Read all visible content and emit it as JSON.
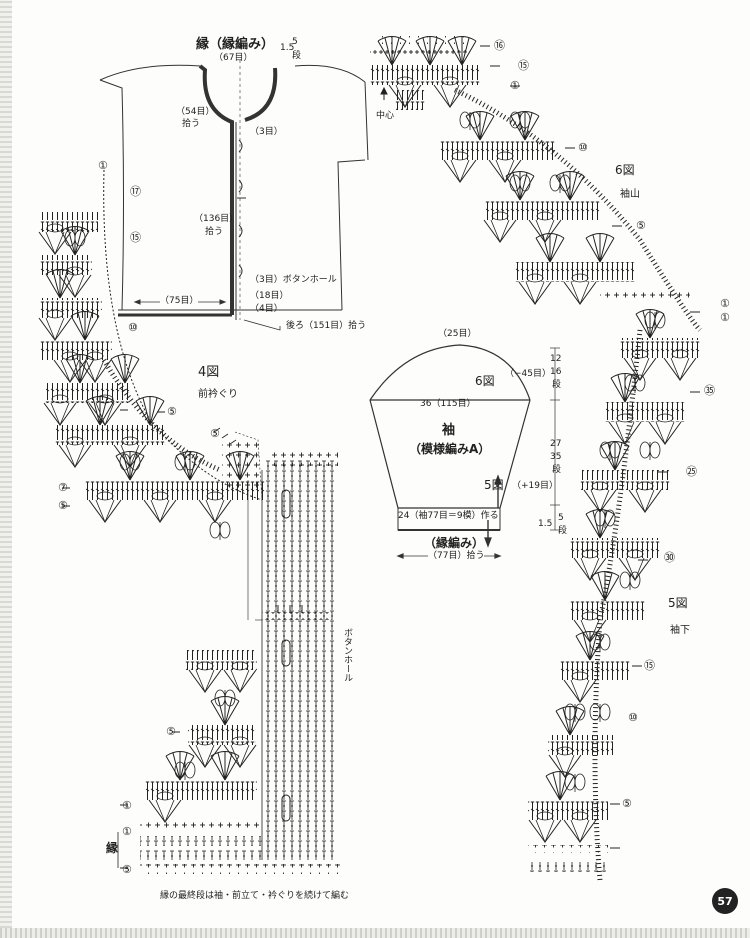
{
  "edge_diagram": {
    "title": "縁（縁編み）",
    "top_count": "（67目）",
    "top_rows_value": "1.5",
    "top_rows_count": "5",
    "top_rows_unit": "段",
    "neck_pick": "（54目）",
    "neck_pick_unit": "拾う",
    "three_sts": "（3目）",
    "front_pick": "（136目）",
    "front_pick_unit": "拾う",
    "buttonhole": "（3目）ボタンホール",
    "eighteen": "（18目）",
    "hem": "（75目）",
    "four": "（4目）",
    "back_pick": "後ろ（151目）拾う"
  },
  "sleeve_diagram": {
    "title": "袖",
    "pattern": "（模様編みA）",
    "top_count": "（25目）",
    "width": "36（115目）",
    "fig6": "6図",
    "fig5": "5図",
    "dec": "（−45目）",
    "inc": "（+19目）",
    "cap_a": "12",
    "cap_b": "16",
    "cap_unit": "段",
    "body_a": "27",
    "body_b": "35",
    "body_unit": "段",
    "cuff_a": "1.5",
    "cuff_b": "5",
    "cuff_unit": "段",
    "bottom_line": "24（袖77目＝9模）作る",
    "edging": "（縁編み）",
    "pick": "（77目）拾う"
  },
  "left_chart": {
    "fig": "4図",
    "label": "前衿ぐり",
    "buttonhole": "ボタンホール",
    "edge_label": "縁",
    "footnote": "縁の最終段は袖・前立て・衿ぐりを続けて編む",
    "row_markers": [
      "⑰",
      "⑮",
      "⑩",
      "⑤",
      "①",
      "⑦",
      "⑤",
      "⑤",
      "⑤",
      "①",
      "①",
      "⑤"
    ]
  },
  "right_chart": {
    "fig6": "6図",
    "cap_label": "袖山",
    "center": "中心",
    "fig5": "5図",
    "underarm": "袖下",
    "row_markers": [
      "⑯",
      "⑮",
      "⑩",
      "⑤",
      "①",
      "①",
      "㉟",
      "㉕",
      "㉚",
      "⑮",
      "⑩",
      "⑤",
      "①"
    ]
  },
  "page_number": "57"
}
